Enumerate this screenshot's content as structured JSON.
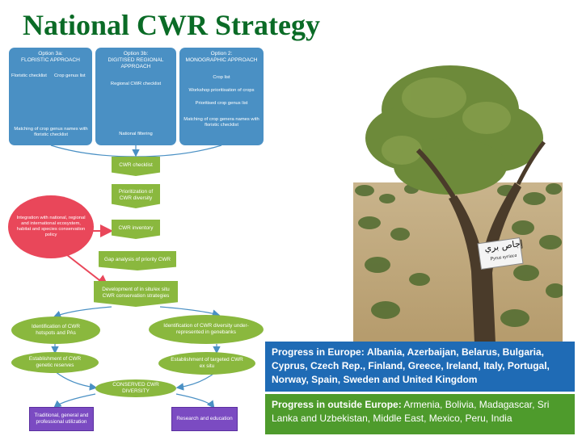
{
  "title": "National CWR Strategy",
  "diagram": {
    "option_3a": {
      "heading": "Option 3a:",
      "name": "FLORISTIC APPROACH",
      "left_item": "Floristic checklist",
      "right_item": "Crop genus list"
    },
    "option_3b": {
      "heading": "Option 3b:",
      "name": "DIGITISED REGIONAL APPROACH",
      "item": "Regional CWR checklist"
    },
    "option_2": {
      "heading": "Option 2:",
      "name": "MONOGRAPHIC APPROACH",
      "items": [
        "Crop list",
        "Workshop prioritisation of crops",
        "Prioritised crop genus list",
        "Matching of crop genera names with floristic checklist"
      ]
    },
    "matching_3a": "Matching of crop genus names with floristic checklist",
    "national_filtering": "National filtering",
    "flow": [
      "CWR checklist",
      "Prioritization of CWR diversity",
      "CWR inventory",
      "Gap analysis of priority CWR",
      "Development of in situ/ex situ CWR conservation strategies"
    ],
    "integration": "Integration with national, regional and international ecosystem, habitat and species conservation policy",
    "left_branch": [
      "Identification of CWR hotspots and PAs",
      "Establishment of CWR genetic reserves"
    ],
    "right_branch": [
      "Identification of CWR diversity under-represented in genebanks",
      "Establishment of targeted CWR ex situ"
    ],
    "conserved": "CONSERVED CWR DIVERSITY",
    "outputs": [
      "Traditional, general and professional utilization",
      "Research and education"
    ]
  },
  "photo": {
    "sign_text_arabic": "إجاص بري",
    "sign_text_latin": "Pyrus syriaca"
  },
  "progress_europe": {
    "label": "Progress in Europe:",
    "text": "Albania, Azerbaijan, Belarus, Bulgaria, Cyprus, Czech Rep., Finland, Greece, Ireland, Italy, Portugal, Norway, Spain, Sweden and United Kingdom"
  },
  "progress_outside": {
    "label": "Progress in outside Europe:",
    "text": "Armenia, Bolivia, Madagascar, Sri Lanka and Uzbekistan, Middle East, Mexico, Peru, India"
  },
  "colors": {
    "title": "#0a6b26",
    "option_blue": "#4a90c4",
    "flow_green": "#8ab83e",
    "integration_red": "#e9475a",
    "output_purple": "#7b4bc2",
    "info_blue": "#1f6bb5",
    "info_green": "#4e9b2c"
  }
}
